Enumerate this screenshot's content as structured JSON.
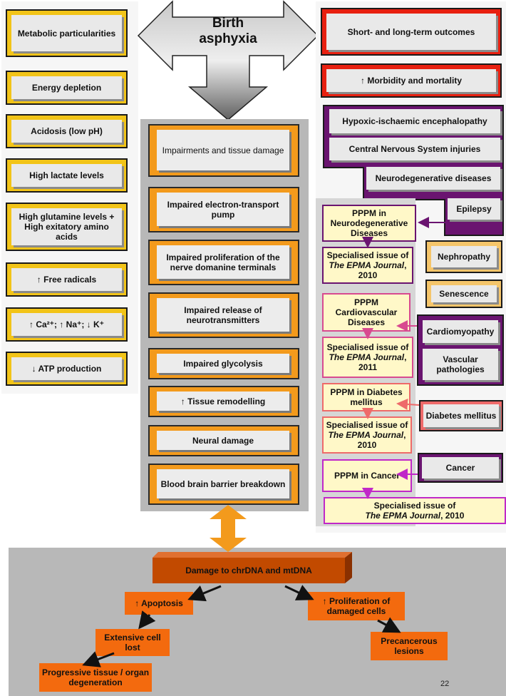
{
  "center_title": "Birth asphyxia",
  "left_boxes": [
    "Metabolic particularities",
    "Energy depletion",
    "Acidosis (low pH)",
    "High lactate levels",
    "High glutamine levels + High exitatory amino acids",
    "↑ Free radicals",
    "↑ Ca²⁺; ↑ Na⁺; ↓ K⁺",
    "↓ ATP production"
  ],
  "center_boxes": [
    "Impairments and tissue damage",
    "Impaired electron-transport pump",
    "Impaired proliferation of the nerve domanine terminals",
    "Impaired release of neurotransmitters",
    "Impaired glycolysis",
    "↑ Tissue remodelling",
    "Neural damage",
    "Blood brain barrier breakdown"
  ],
  "right": {
    "outcomes": "Short- and long-term outcomes",
    "morbidity": "↑ Morbidity and mortality",
    "hie": "Hypoxic-ischaemic encephalopathy",
    "cns": "Central Nervous System injuries",
    "neurodeg": "Neurodegenerative diseases",
    "epilepsy": "Epilepsy",
    "nephropathy": "Nephropathy",
    "senescence": "Senescence",
    "cardiomyopathy": "Cardiomyopathy",
    "vascular": "Vascular pathologies",
    "diabetes": "Diabetes mellitus",
    "cancer": "Cancer",
    "pppm_neuro": "PPPM in Neurodegenerative Diseases",
    "issue_neuro_pre": "Specialised issue of ",
    "issue_neuro_journal": "The EPMA Journal",
    "issue_neuro_year": ", 2010",
    "pppm_cardio": "PPPM Cardiovascular Diseases",
    "issue_cardio_pre": "Specialised issue of ",
    "issue_cardio_journal": "The EPMA Journal",
    "issue_cardio_year": ", 2011",
    "pppm_diab": "PPPM in Diabetes mellitus",
    "issue_diab_pre": "Specialised issue of ",
    "issue_diab_journal": "The EPMA Journal",
    "issue_diab_year": ", 2010",
    "pppm_cancer": "PPPM in Cancer",
    "issue_cancer_pre": "Specialised issue of",
    "issue_cancer_journal": "The EPMA Journal",
    "issue_cancer_year": ", 2010"
  },
  "bottom": {
    "dna": "Damage to chrDNA and mtDNA",
    "apoptosis": "↑ Apoptosis",
    "proliferation": "↑ Proliferation of damaged cells",
    "cell_lost": "Extensive cell lost",
    "precancerous": "Precancerous lesions",
    "degeneration": "Progressive tissue / organ degeneration"
  },
  "page_number": "22",
  "colors": {
    "left_border": "#f2c418",
    "center_border": "#f39a1c",
    "red": "#e82010",
    "purple": "#6a1470",
    "pink": "#d84a90",
    "salmon": "#ee6a6a",
    "magenta": "#c028c8",
    "orange": "#f36a0e",
    "dark_orange": "#c24a00"
  }
}
